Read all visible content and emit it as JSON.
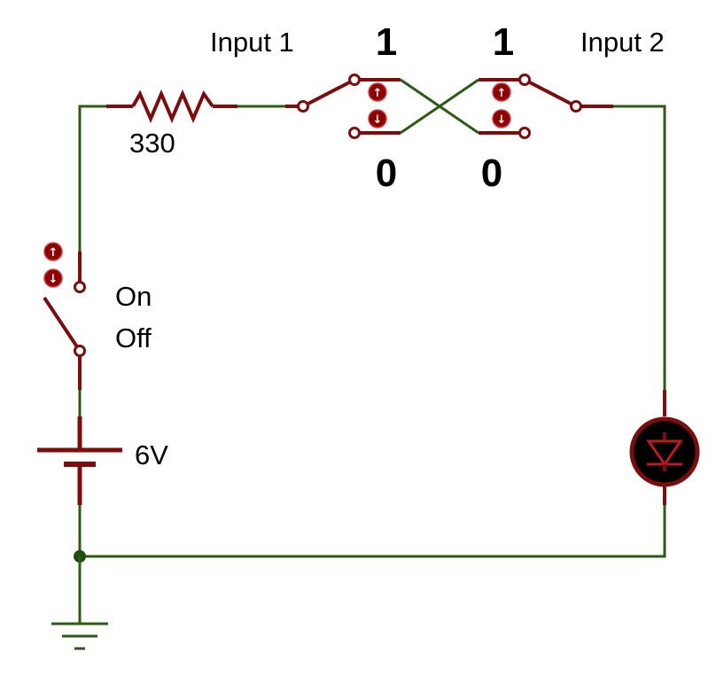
{
  "colors": {
    "wire": "#2d5a14",
    "component": "#7a0d0d",
    "button": "#8b0000",
    "led_fill": "#000000",
    "background": "#ffffff"
  },
  "labels": {
    "input1": "Input 1",
    "input2": "Input 2",
    "input1_state_up": "1",
    "input1_state_down": "0",
    "input2_state_up": "1",
    "input2_state_down": "0",
    "resistor_value": "330",
    "power_on": "On",
    "power_off": "Off",
    "battery_voltage": "6V"
  },
  "buttons": {
    "up_glyph": "↑",
    "down_glyph": "↓"
  },
  "icons": {
    "resistor": "resistor-icon",
    "battery": "battery-icon",
    "led": "led-icon",
    "ground": "ground-icon",
    "switch": "switch-icon"
  }
}
